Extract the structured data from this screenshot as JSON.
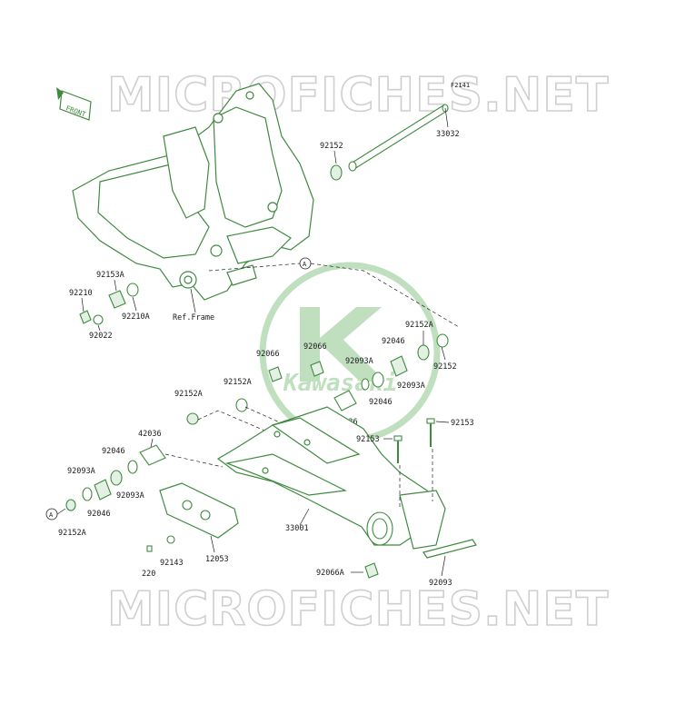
{
  "watermark": {
    "text": "MICROFICHES.NET"
  },
  "logo": {
    "brand": "Kawasaki"
  },
  "figure": {
    "code": "F2141",
    "ref_frame": "Ref.Frame",
    "front_label": "FRONT",
    "ref_marker": "A"
  },
  "parts": {
    "p33032": "33032",
    "p92152_top": "92152",
    "p92153A": "92153A",
    "p92210": "92210",
    "p92210A": "92210A",
    "p92022": "92022",
    "p92152A_r": "92152A",
    "p92066_a": "92066",
    "p92066_b": "92066",
    "p92093A_r1": "92093A",
    "p92046_r1": "92046",
    "p92152_r": "92152",
    "p92093A_r2": "92093A",
    "p92046_r2": "92046",
    "p92152A_m": "92152A",
    "p92152A_l": "92152A",
    "p42036_m": "42036",
    "p92153_a": "92153",
    "p92153_b": "92153",
    "p42036_l": "42036",
    "p92046_l1": "92046",
    "p92093A_l1": "92093A",
    "p92093A_l2": "92093A",
    "p92046_l2": "92046",
    "p92152A_b": "92152A",
    "p33001": "33001",
    "p92143": "92143",
    "p220": "220",
    "p12053": "12053",
    "p92066A": "92066A",
    "p92093": "92093"
  },
  "colors": {
    "parts_green": "#3f8a3f",
    "logo_green": "#8cc68c",
    "watermark": "#cfcfcf"
  }
}
